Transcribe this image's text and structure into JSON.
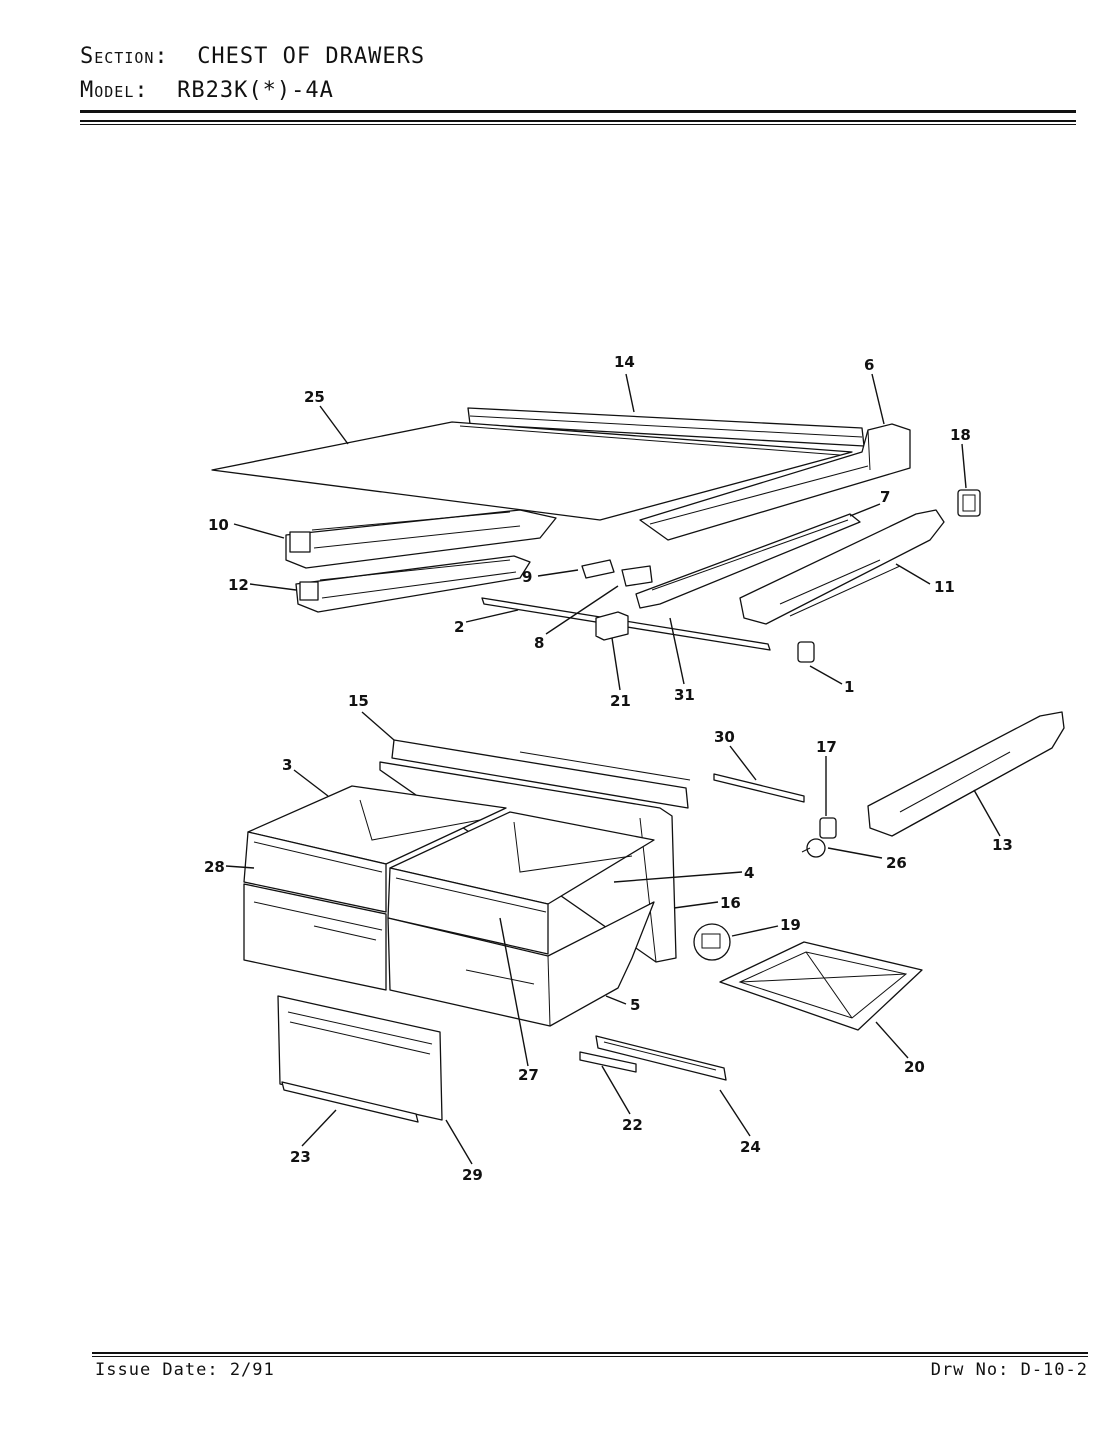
{
  "header": {
    "section_label": "Section:",
    "section_value": "CHEST OF DRAWERS",
    "model_label": "Model:",
    "model_value": "RB23K(*)-4A"
  },
  "footer": {
    "issue_date": "Issue Date: 2/91",
    "drawing_no": "Drw No: D-10-2"
  },
  "callouts": [
    "14",
    "6",
    "25",
    "18",
    "10",
    "7",
    "9",
    "12",
    "11",
    "2",
    "8",
    "21",
    "31",
    "1",
    "15",
    "30",
    "17",
    "3",
    "13",
    "26",
    "28",
    "4",
    "16",
    "19",
    "5",
    "27",
    "20",
    "22",
    "24",
    "23",
    "29"
  ]
}
